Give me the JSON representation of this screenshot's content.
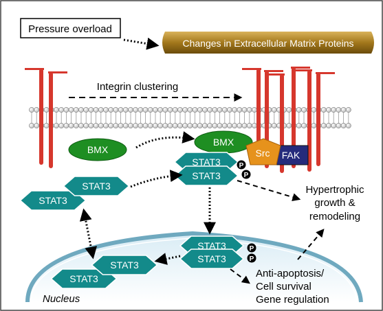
{
  "labels": {
    "pressure_overload": "Pressure overload",
    "ecm_changes": "Changes in Extracellular Matrix Proteins",
    "integrin_clustering": "Integrin clustering",
    "bmx_left": "BMX",
    "bmx_right": "BMX",
    "src": "Src",
    "fak": "FAK",
    "stat3_dimer_a": "STAT3",
    "stat3_dimer_b": "STAT3",
    "stat3_mid_top": "STAT3",
    "stat3_mid_bottom": "STAT3",
    "stat3_nuc_back": "STAT3",
    "stat3_nuc_front": "STAT3",
    "stat3_nuc_a": "STAT3",
    "stat3_nuc_b": "STAT3",
    "phospho": "P",
    "hypertrophic_1": "Hypertrophic",
    "hypertrophic_2": "growth &",
    "hypertrophic_3": "remodeling",
    "anti_1": "Anti-apoptosis/",
    "anti_2": "Cell survival",
    "anti_3": "Gene regulation",
    "nucleus": "Nucleus"
  },
  "colors": {
    "stat3_fill": "#138a8a",
    "bmx_fill": "#1e8e22",
    "src_fill": "#e6921c",
    "fak_fill": "#252b7c",
    "integrin": "#d6372d",
    "ecm_banner": "#a3781c",
    "membrane_bead": "#eeeeee",
    "nucleus_edge": "#6fa9bf"
  }
}
